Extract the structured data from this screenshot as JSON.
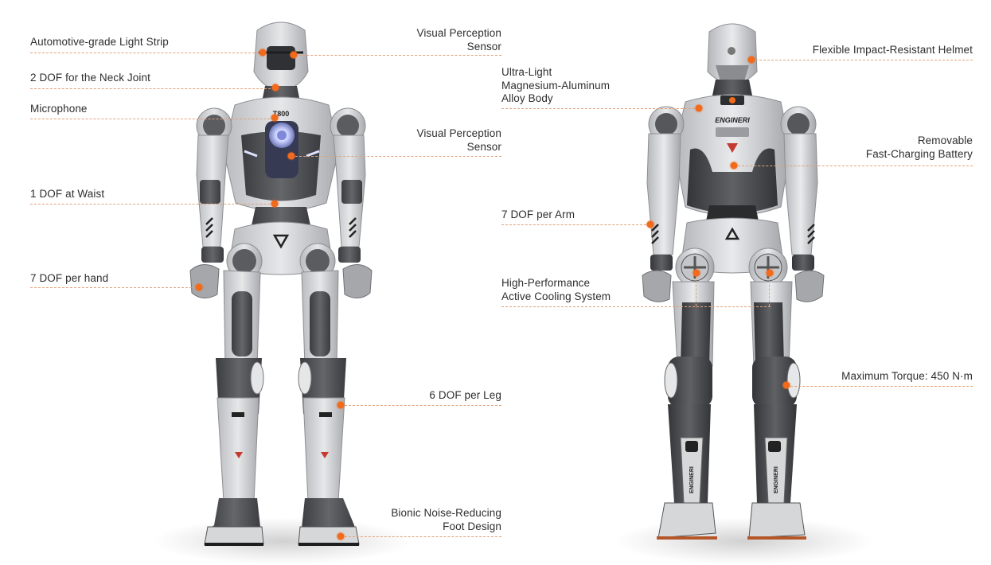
{
  "colors": {
    "accent": "#f26a1b",
    "leader_line": "#e0a27a",
    "text": "#2e2e2e",
    "robot_light": "#d9dadc",
    "robot_mid": "#9a9ca0",
    "robot_dark": "#4a4c50",
    "chest_glow": "#dfe4ff"
  },
  "front_view": {
    "chest_mark": "T800",
    "callouts": [
      {
        "id": "light-strip",
        "text": "Automotive-grade Light Strip",
        "side": "left"
      },
      {
        "id": "neck-joint",
        "text": "2 DOF for the Neck Joint",
        "side": "left"
      },
      {
        "id": "microphone",
        "text": "Microphone",
        "side": "left"
      },
      {
        "id": "waist",
        "text": "1 DOF at Waist",
        "side": "left"
      },
      {
        "id": "hand",
        "text": "7 DOF per hand",
        "side": "left"
      },
      {
        "id": "visual-sensor-head",
        "line1": "Visual Perception",
        "line2": "Sensor",
        "side": "right"
      },
      {
        "id": "visual-sensor-chest",
        "line1": "Visual Perception",
        "line2": "Sensor",
        "side": "right"
      },
      {
        "id": "leg",
        "text": "6 DOF per Leg",
        "side": "right"
      },
      {
        "id": "foot",
        "line1": "Bionic Noise-Reducing",
        "line2": "Foot Design",
        "side": "right"
      }
    ]
  },
  "back_view": {
    "back_mark": "ENGINERI",
    "shin_mark": "ENGINERI",
    "callouts": [
      {
        "id": "body-alloy",
        "line1": "Ultra-Light",
        "line2": "Magnesium-Aluminum",
        "line3": "Alloy Body",
        "side": "left"
      },
      {
        "id": "arm",
        "text": "7 DOF per Arm",
        "side": "left"
      },
      {
        "id": "cooling",
        "line1": "High-Performance",
        "line2": "Active Cooling System",
        "side": "left"
      },
      {
        "id": "helmet",
        "text": "Flexible Impact-Resistant Helmet",
        "side": "right"
      },
      {
        "id": "battery",
        "line1": "Removable",
        "line2": "Fast-Charging Battery",
        "side": "right"
      },
      {
        "id": "torque",
        "text": "Maximum Torque: 450 N·m",
        "side": "right"
      }
    ]
  }
}
